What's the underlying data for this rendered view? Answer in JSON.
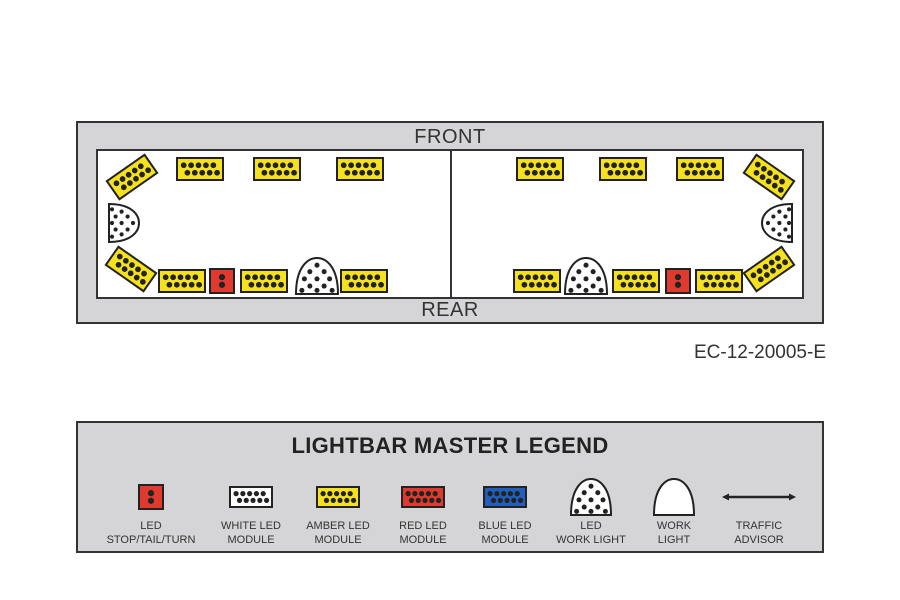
{
  "lightbar": {
    "front_label": "FRONT",
    "rear_label": "REAR",
    "part_code": "EC-12-20005-E"
  },
  "legend": {
    "title": "LIGHTBAR MASTER LEGEND",
    "items": [
      {
        "type": "stop-tail-turn",
        "label": "LED\nSTOP/TAIL/TURN"
      },
      {
        "type": "white-led-module",
        "label": "WHITE LED\nMODULE"
      },
      {
        "type": "amber-led-module",
        "label": "AMBER LED\nMODULE"
      },
      {
        "type": "red-led-module",
        "label": "RED LED\nMODULE"
      },
      {
        "type": "blue-led-module",
        "label": "BLUE LED\nMODULE"
      },
      {
        "type": "led-work-light",
        "label": "LED\nWORK LIGHT"
      },
      {
        "type": "work-light",
        "label": "WORK\nLIGHT"
      },
      {
        "type": "traffic-advisor",
        "label": "TRAFFIC\nADVISOR"
      }
    ]
  },
  "colors": {
    "amber": "#f5e11e",
    "white": "#ffffff",
    "red": "#e03a2e",
    "blue": "#1f5fbd",
    "outline": "#222222",
    "frame": "#d5d4d6"
  }
}
